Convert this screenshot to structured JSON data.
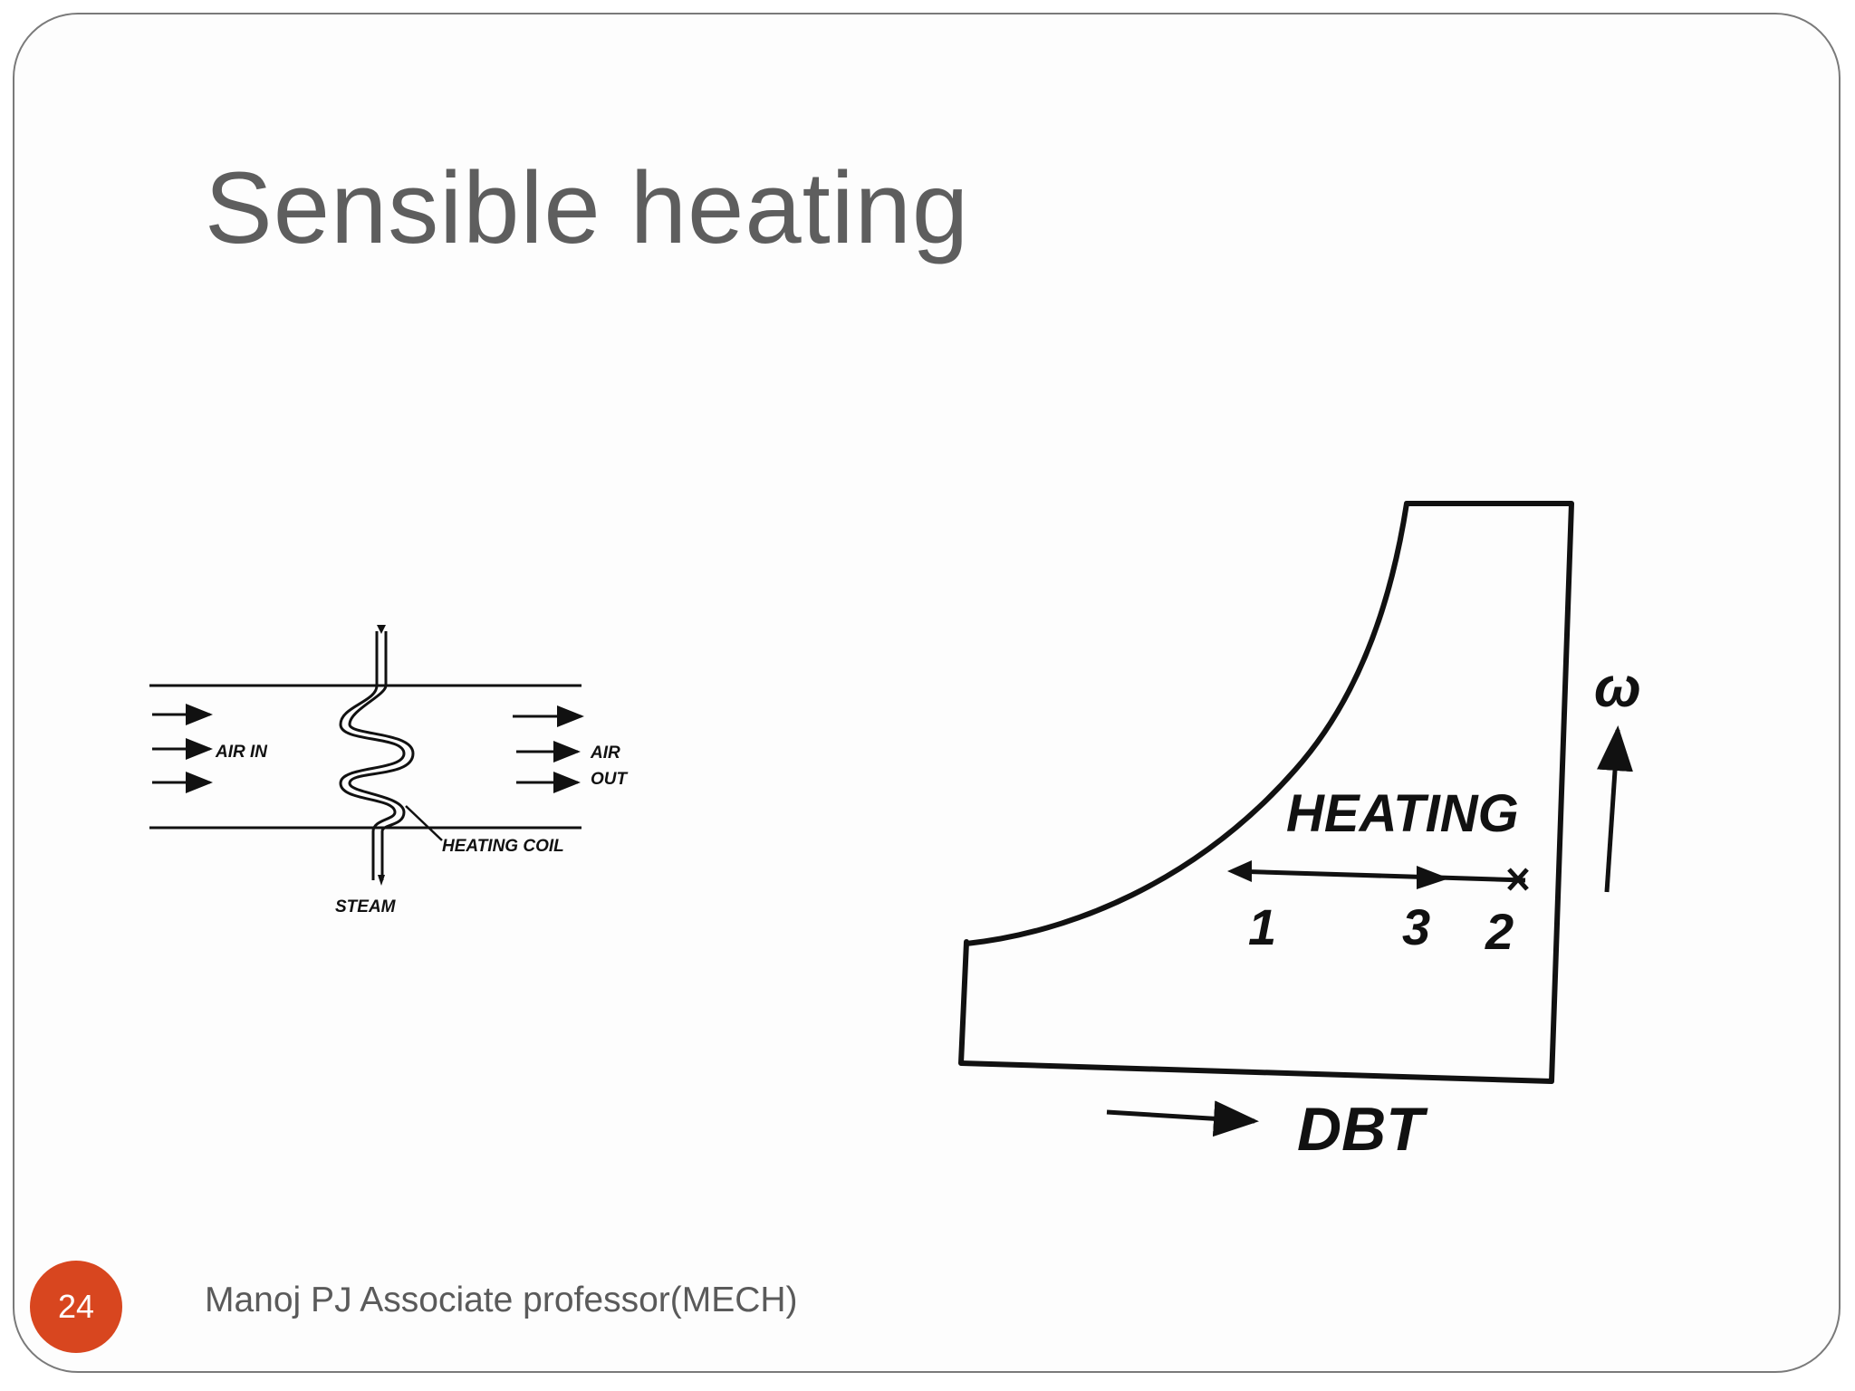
{
  "slide": {
    "title": "Sensible heating",
    "page_number": "24",
    "footer": "Manoj PJ Associate professor(MECH)"
  },
  "duct_diagram": {
    "air_in": "AIR IN",
    "air_out_line1": "AIR",
    "air_out_line2": "OUT",
    "heating_coil": "HEATING COIL",
    "steam": "STEAM"
  },
  "psychro_chart": {
    "process_label": "HEATING",
    "state_1": "1",
    "state_3": "3",
    "state_2": "2",
    "x_axis": "DBT",
    "y_axis": "ω"
  },
  "colors": {
    "badge": "#d8461f",
    "title": "#5e5e5e"
  }
}
